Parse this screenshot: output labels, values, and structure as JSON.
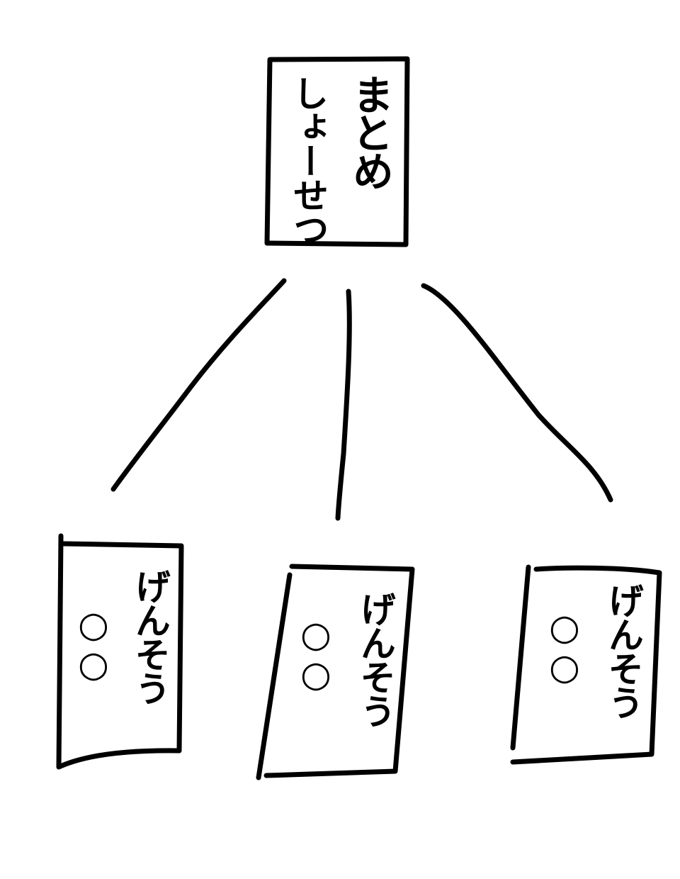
{
  "root": {
    "label": "まとめ",
    "label_2": "しょーせつ"
  },
  "children": [
    {
      "label": "げんそう",
      "label_2": "○○"
    },
    {
      "label": "げんそう",
      "label_2": "○○"
    },
    {
      "label": "げんそう",
      "label_2": "○○"
    }
  ],
  "colors": {
    "ink": "#000000",
    "background": "#ffffff"
  }
}
